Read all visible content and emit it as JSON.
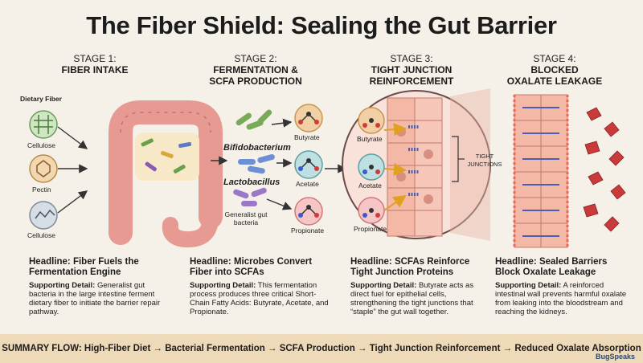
{
  "title": "The Fiber Shield: Sealing the Gut Barrier",
  "stages": [
    {
      "num": "STAGE 1:",
      "name_l1": "FIBER INTAKE",
      "name_l2": ""
    },
    {
      "num": "STAGE 2:",
      "name_l1": "FERMENTATION &",
      "name_l2": "SCFA PRODUCTION"
    },
    {
      "num": "STAGE 3:",
      "name_l1": "TIGHT JUNCTION",
      "name_l2": "REINFORCEMENT"
    },
    {
      "num": "STAGE 4:",
      "name_l1": "BLOCKED",
      "name_l2": "OXALATE LEAKAGE"
    }
  ],
  "fiber_labels": {
    "header": "Dietary Fiber",
    "items": [
      "Cellulose",
      "Pectin",
      "Cellulose"
    ]
  },
  "bacteria_labels": {
    "bifido": "Bifidobacterium",
    "lacto": "Lactobacillus",
    "generalist": "Generalist gut bacteria"
  },
  "scfa_labels": [
    "Butyrate",
    "Acetate",
    "Propionate"
  ],
  "junction_label": "TIGHT JUNCTIONS",
  "captions": [
    {
      "headline": "Headline: Fiber Fuels the Fermentation Engine",
      "detail_label": "Supporting Detail:",
      "detail": "Generalist gut bacteria in the large intestine ferment dietary fiber to initiate the barrier repair pathway."
    },
    {
      "headline": "Headline: Microbes Convert Fiber into SCFAs",
      "detail_label": "Supporting Detail:",
      "detail": "This fermentation process produces three critical Short-Chain Fatty Acids: Butyrate, Acetate, and Propionate."
    },
    {
      "headline": "Headline: SCFAs Reinforce Tight Junction Proteins",
      "detail_label": "Supporting Detail:",
      "detail": "Butyrate acts as direct fuel for epithelial cells, strengthening the tight junctions that “staple” the gut wall together."
    },
    {
      "headline": "Headline: Sealed Barriers Block Oxalate Leakage",
      "detail_label": "Supporting Detail:",
      "detail": "A reinforced intestinal wall prevents harmful oxalate from leaking into the bloodstream and reaching the kidneys."
    }
  ],
  "summary": "SUMMARY FLOW: High-Fiber Diet → Bacterial Fermentation → SCFA Production → Tight Junction Reinforcement → Reduced Oxalate Absorption",
  "brand": "BugSpeaks",
  "colors": {
    "gut": "#e79a91",
    "cell": "#f3b8a6",
    "junction": "#4b5fb3",
    "crystal": "#c93a3a",
    "banner": "#eed9b8"
  }
}
